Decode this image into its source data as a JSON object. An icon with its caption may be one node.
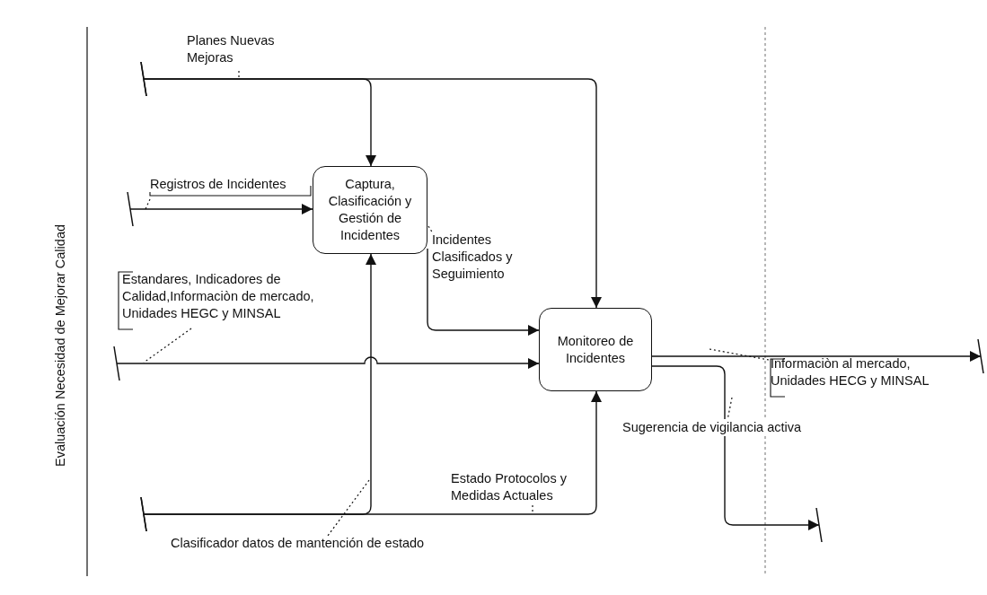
{
  "diagram": {
    "nodes": [
      {
        "text": [
          "Captura, Clasificación y Gestión de Incidentes"
        ]
      },
      {
        "text": [
          "Monitoreo de Incidentes"
        ]
      }
    ],
    "edges": [
      {
        "from": null,
        "to": 0,
        "arrow": "to",
        "label": "Planes Nuevas Mejoras"
      },
      {
        "from": null,
        "to": 1,
        "arrow": "to"
      },
      {
        "from": null,
        "to": 0,
        "arrow": "to",
        "label": "Registros de Incidentes"
      },
      {
        "from": null,
        "to": 1,
        "arrow": "to",
        "label": "Estandares, Indicadores de Calidad,Informaciòn de mercado, Unidades HEGC y MINSAL"
      },
      {
        "from": null,
        "to": 0,
        "arrow": "to",
        "label": "Clasificador datos de mantención de estado"
      },
      {
        "from": null,
        "to": 1,
        "arrow": "to",
        "label": "Estado Protocolos y Medidas Actuales"
      },
      {
        "from": 0,
        "to": 1,
        "arrow": "to",
        "label": "Incidentes Clasificados y Seguimiento"
      },
      {
        "from": 1,
        "to": null,
        "arrow": "to",
        "label": "Informaciòn al mercado, Unidades HECG y MINSAL"
      },
      {
        "from": 1,
        "to": null,
        "arrow": "to",
        "label": "Sugerencia de vigilancia activa"
      }
    ],
    "labels": [
      "Evaluación Necesidad de Mejorar Calidad"
    ]
  }
}
